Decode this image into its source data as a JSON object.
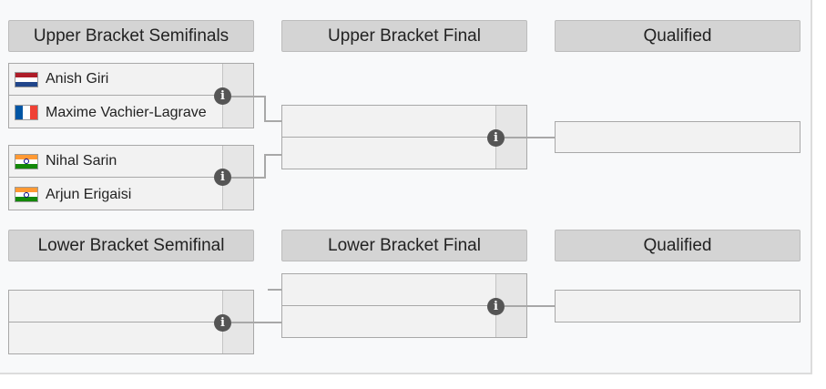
{
  "headers": {
    "upper_semifinals": "Upper Bracket Semifinals",
    "upper_final": "Upper Bracket Final",
    "upper_qualified": "Qualified",
    "lower_semifinal": "Lower Bracket Semifinal",
    "lower_final": "Lower Bracket Final",
    "lower_qualified": "Qualified"
  },
  "upper_semifinals": [
    {
      "players": [
        {
          "name": "Anish Giri",
          "flag": "netherlands-flag"
        },
        {
          "name": "Maxime Vachier-Lagrave",
          "flag": "france-flag"
        }
      ]
    },
    {
      "players": [
        {
          "name": "Nihal Sarin",
          "flag": "india-flag"
        },
        {
          "name": "Arjun Erigaisi",
          "flag": "india-flag"
        }
      ]
    }
  ],
  "icons": {
    "match_details": "info-icon",
    "match_details_glyph": "i"
  },
  "colors": {
    "header_bg": "#d4d4d4",
    "slot_bg": "#f2f2f2",
    "connector": "#a8a8a8",
    "info_icon": "#555555"
  }
}
